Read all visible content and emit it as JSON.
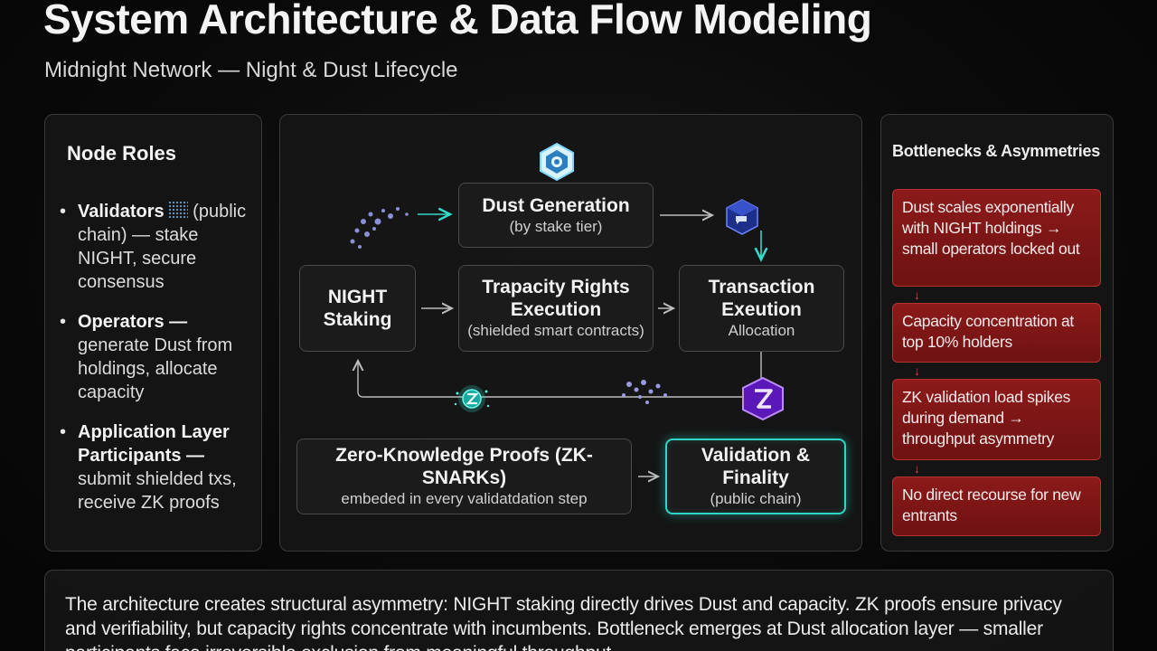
{
  "title": "System Architecture & Data Flow Modeling",
  "subtitle": "Midnight Network — Night & Dust Lifecycle",
  "node_roles": {
    "heading": "Node Roles",
    "items": [
      {
        "name": "Validators",
        "text": "(public chain) — stake NIGHT, secure consensus",
        "icon": "grid-icon"
      },
      {
        "name": "Operators —",
        "text": "generate Dust from holdings, allocate capacity"
      },
      {
        "name": "Application Layer Participants —",
        "text": "submit shielded txs, receive ZK proofs"
      }
    ]
  },
  "flow": {
    "dust_generation": {
      "main": "Dust Generation",
      "sub": "(by stake tier)"
    },
    "night_staking": {
      "main_line1": "NIGHT",
      "main_line2": "Staking"
    },
    "trapacity": {
      "main_line1": "Trapacity Rights",
      "main_line2": "Execution",
      "sub": "(shielded smart contracts)"
    },
    "transaction": {
      "main_line1": "Transaction",
      "main_line2": "Exeution",
      "sub": "Allocation"
    },
    "zk_proofs": {
      "main": "Zero-Knowledge Proofs (ZK-SNARKs)",
      "sub": "embeded in every validatdation step"
    },
    "validation": {
      "main": "Validation & Finality",
      "sub": "(public chain)"
    }
  },
  "bottlenecks": {
    "heading": "Bottlenecks & Asymmetries",
    "items": [
      "Dust scales exponentially with NIGHT holdings → small operators locked out",
      "Capacity concentration at top 10% holders",
      "ZK validation load spikes during demand → throughput asymmetry",
      "No direct recourse for new entrants"
    ]
  },
  "summary": "The architecture creates structural asymmetry: NIGHT staking directly drives Dust and capacity. ZK proofs ensure privacy and verifiability, but capacity rights concentrate with incumbents. Bottleneck emerges at Dust allocation layer — smaller participants face irreversible exclusion from meaningful throughput.",
  "colors": {
    "accent_cyan": "#2fd6c6",
    "bottleneck_red": "#8c1a1a",
    "violet": "#8b3df0"
  }
}
